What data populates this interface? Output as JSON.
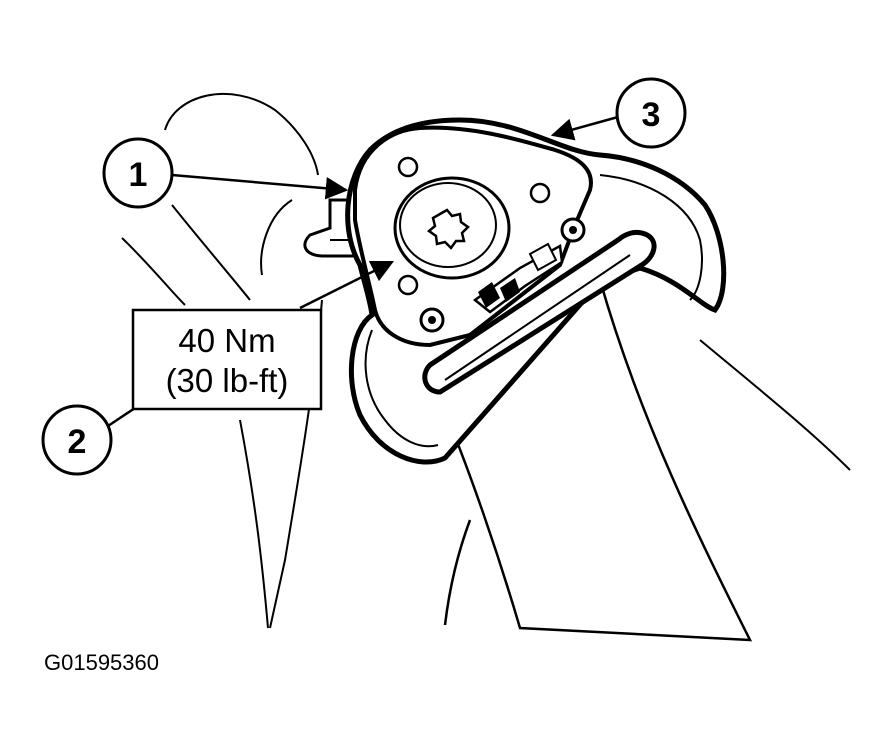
{
  "callouts": [
    {
      "label": "1"
    },
    {
      "label": "2"
    },
    {
      "label": "3"
    }
  ],
  "torque_spec": {
    "line1": "40 Nm",
    "line2": "(30 lb-ft)"
  },
  "figure_id": "G01595360"
}
